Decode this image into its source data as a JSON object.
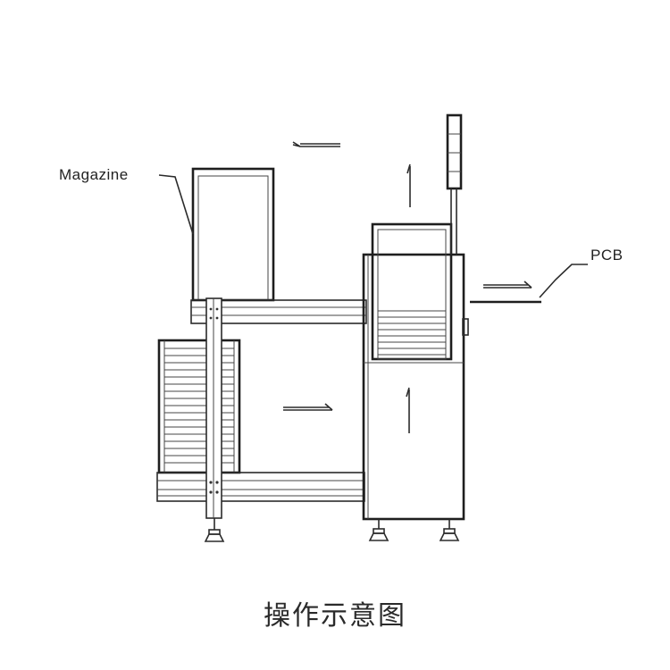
{
  "labels": {
    "magazine": "Magazine",
    "pcb": "PCB"
  },
  "caption": "操作示意图",
  "colors": {
    "line": "#2b2b2b",
    "background": "#ffffff"
  },
  "icons": {
    "flow_arrows": "arrow-icon",
    "signal_tower": "signal-tower-icon"
  }
}
